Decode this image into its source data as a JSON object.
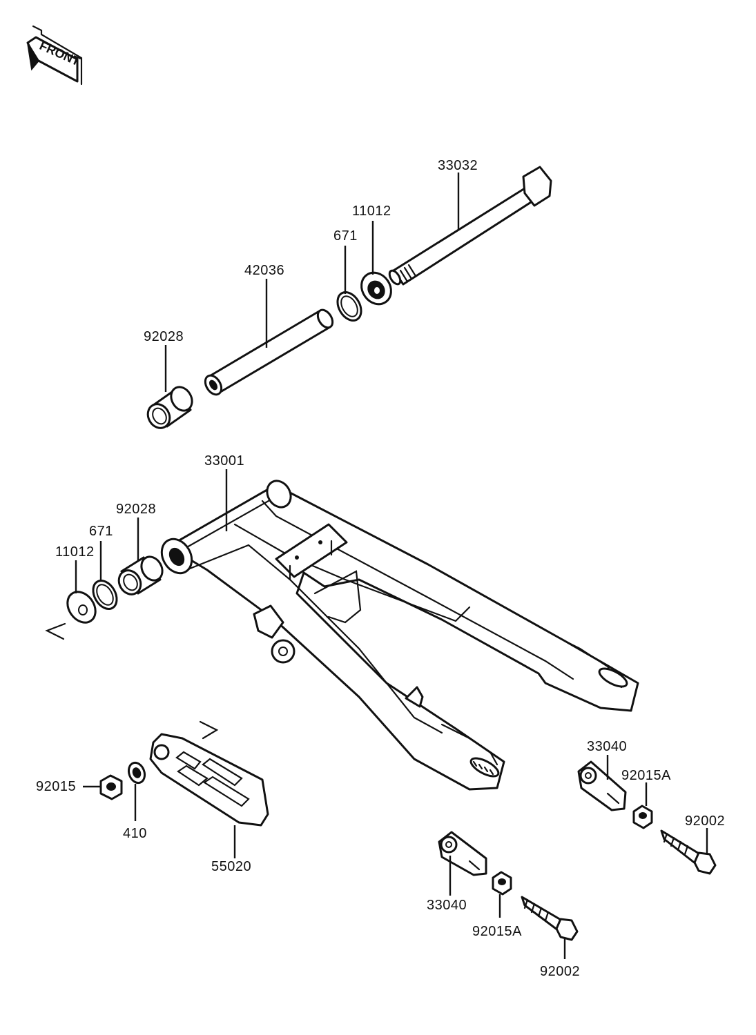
{
  "diagram": {
    "front_marker": "FRONT",
    "labels": {
      "p33032": "33032",
      "p11012_top": "11012",
      "p671_top": "671",
      "p42036": "42036",
      "p92028_top": "92028",
      "p33001": "33001",
      "p92028_left": "92028",
      "p671_left": "671",
      "p11012_left": "11012",
      "p92015": "92015",
      "p410": "410",
      "p55020": "55020",
      "p33040_right": "33040",
      "p92015A_right": "92015A",
      "p92002_right": "92002",
      "p33040_bottom": "33040",
      "p92015A_bottom": "92015A",
      "p92002_bottom": "92002"
    }
  }
}
